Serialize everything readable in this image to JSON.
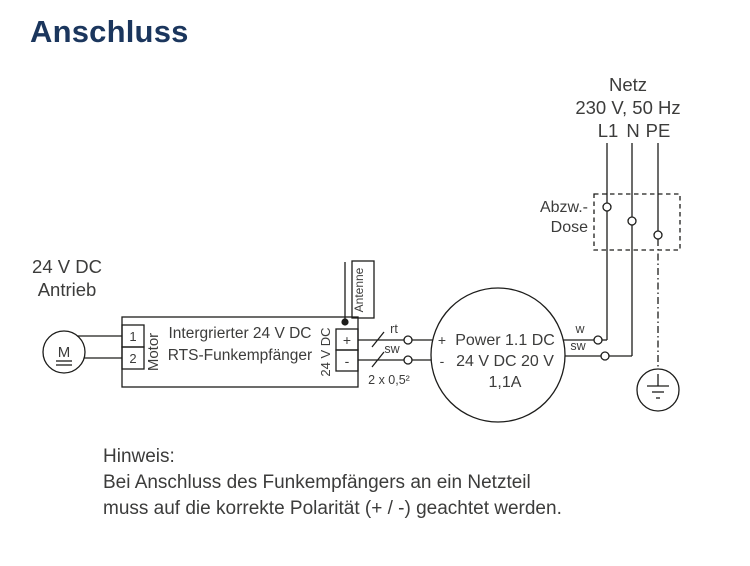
{
  "title": "Anschluss",
  "mains": {
    "name": "Netz",
    "spec": "230 V, 50 Hz",
    "l1": "L1",
    "n": "N",
    "pe": "PE"
  },
  "junction_box": {
    "label_line1": "Abzw.-",
    "label_line2": "Dose"
  },
  "drive": {
    "label_line1": "24 V DC",
    "label_line2": "Antrieb",
    "motor_symbol": "M"
  },
  "receiver": {
    "terminal_1": "1",
    "terminal_2": "2",
    "motor_side_label": "Motor",
    "title_line1": "Intergrierter 24 V DC",
    "title_line2": "RTS-Funkempfänger",
    "dc_side_label": "24 V DC",
    "plus_terminal": "+",
    "minus_terminal": "-",
    "antenna_label": "Antenne"
  },
  "cable_left": {
    "wire_top": "rt",
    "wire_bottom": "sw",
    "spec": "2 x 0,5²"
  },
  "power_supply": {
    "plus": "+",
    "minus": "-",
    "line1": "Power 1.1 DC",
    "line2": "24 V DC 20 V",
    "line3": "1,1A"
  },
  "cable_right": {
    "wire_top": "w",
    "wire_bottom": "sw"
  },
  "note": {
    "heading": "Hinweis:",
    "line1": "Bei Anschluss des Funkempfängers an ein Netzteil",
    "line2": "muss auf die korrekte Polarität (+ / -) geachtet werden."
  },
  "colors": {
    "title": "#1b365d",
    "stroke": "#1d1d1b",
    "text": "#3c3c3b",
    "background": "#ffffff"
  }
}
